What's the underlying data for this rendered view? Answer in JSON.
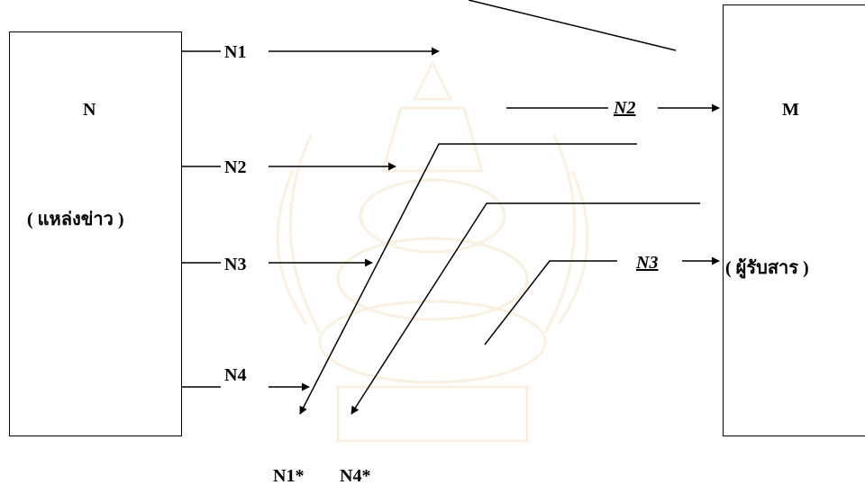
{
  "source": {
    "title": "N",
    "subtitle": "( แหล่งข่าว )"
  },
  "receiver": {
    "title": "M",
    "subtitle": "( ผู้รับสาร )"
  },
  "channels": {
    "n1": "N1",
    "n2": "N2",
    "n3": "N3",
    "n4": "N4"
  },
  "received": {
    "n2": "N2",
    "n3": "N3"
  },
  "discarded": {
    "n1": "N1*",
    "n4": "N4*"
  },
  "colors": {
    "line": "#000000",
    "watermark": "#d9b15a"
  }
}
